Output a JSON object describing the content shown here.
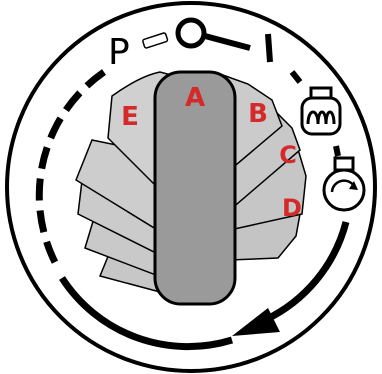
{
  "diagram": {
    "position_labels": {
      "a": "A",
      "b": "B",
      "c": "C",
      "d": "D",
      "e": "E"
    },
    "top_symbols": {
      "park": "P",
      "off": "O",
      "on": "I"
    },
    "icons": [
      "glow-plug-icon",
      "engine-start-icon"
    ],
    "colors": {
      "line": "#000000",
      "outer_ring": "#000000",
      "blade_light": "#cccccc",
      "blade_mid": "#c3c3c3",
      "center_bar": "#999999",
      "label_red": "#d42a2a",
      "background": "#ffffff"
    }
  }
}
